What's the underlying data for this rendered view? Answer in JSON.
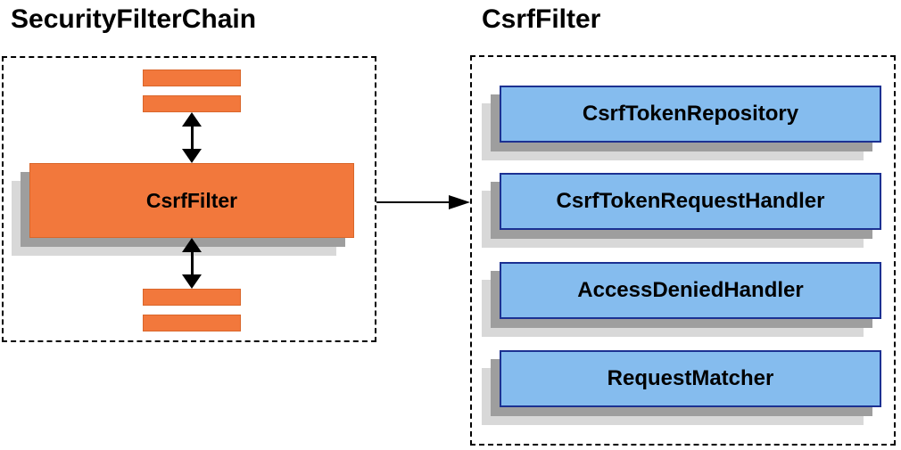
{
  "diagram": {
    "left_panel": {
      "title": "SecurityFilterChain",
      "main_box_label": "CsrfFilter",
      "filter_placeholder_bars": [
        "bar-top-1",
        "bar-top-2",
        "bar-bottom-1",
        "bar-bottom-2"
      ]
    },
    "right_panel": {
      "title": "CsrfFilter",
      "components": [
        "CsrfTokenRepository",
        "CsrfTokenRequestHandler",
        "AccessDeniedHandler",
        "RequestMatcher"
      ]
    },
    "colors": {
      "orange_fill": "#f2783c",
      "orange_border": "#d9662a",
      "blue_fill": "#85bcee",
      "blue_border": "#1c3192",
      "shadow_dark": "#9e9e9e",
      "shadow_light": "#d8d8d8",
      "line": "#000000"
    }
  }
}
